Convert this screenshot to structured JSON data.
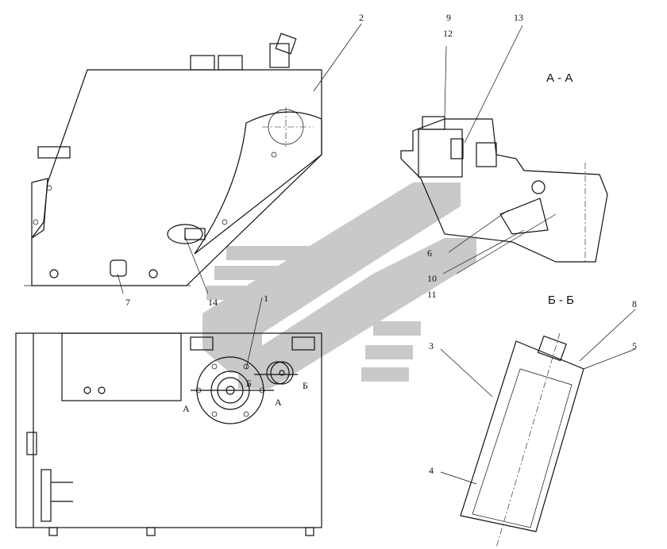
{
  "callouts": {
    "c1": "1",
    "c2": "2",
    "c3": "3",
    "c4": "4",
    "c5": "5",
    "c6": "6",
    "c7": "7",
    "c8": "8",
    "c9": "9",
    "c10": "10",
    "c11": "11",
    "c12": "12",
    "c13": "13",
    "c14": "14"
  },
  "section_titles": {
    "aa": "А - А",
    "bb": "Б - Б"
  },
  "section_marks": {
    "a": "А",
    "b": "Б"
  }
}
